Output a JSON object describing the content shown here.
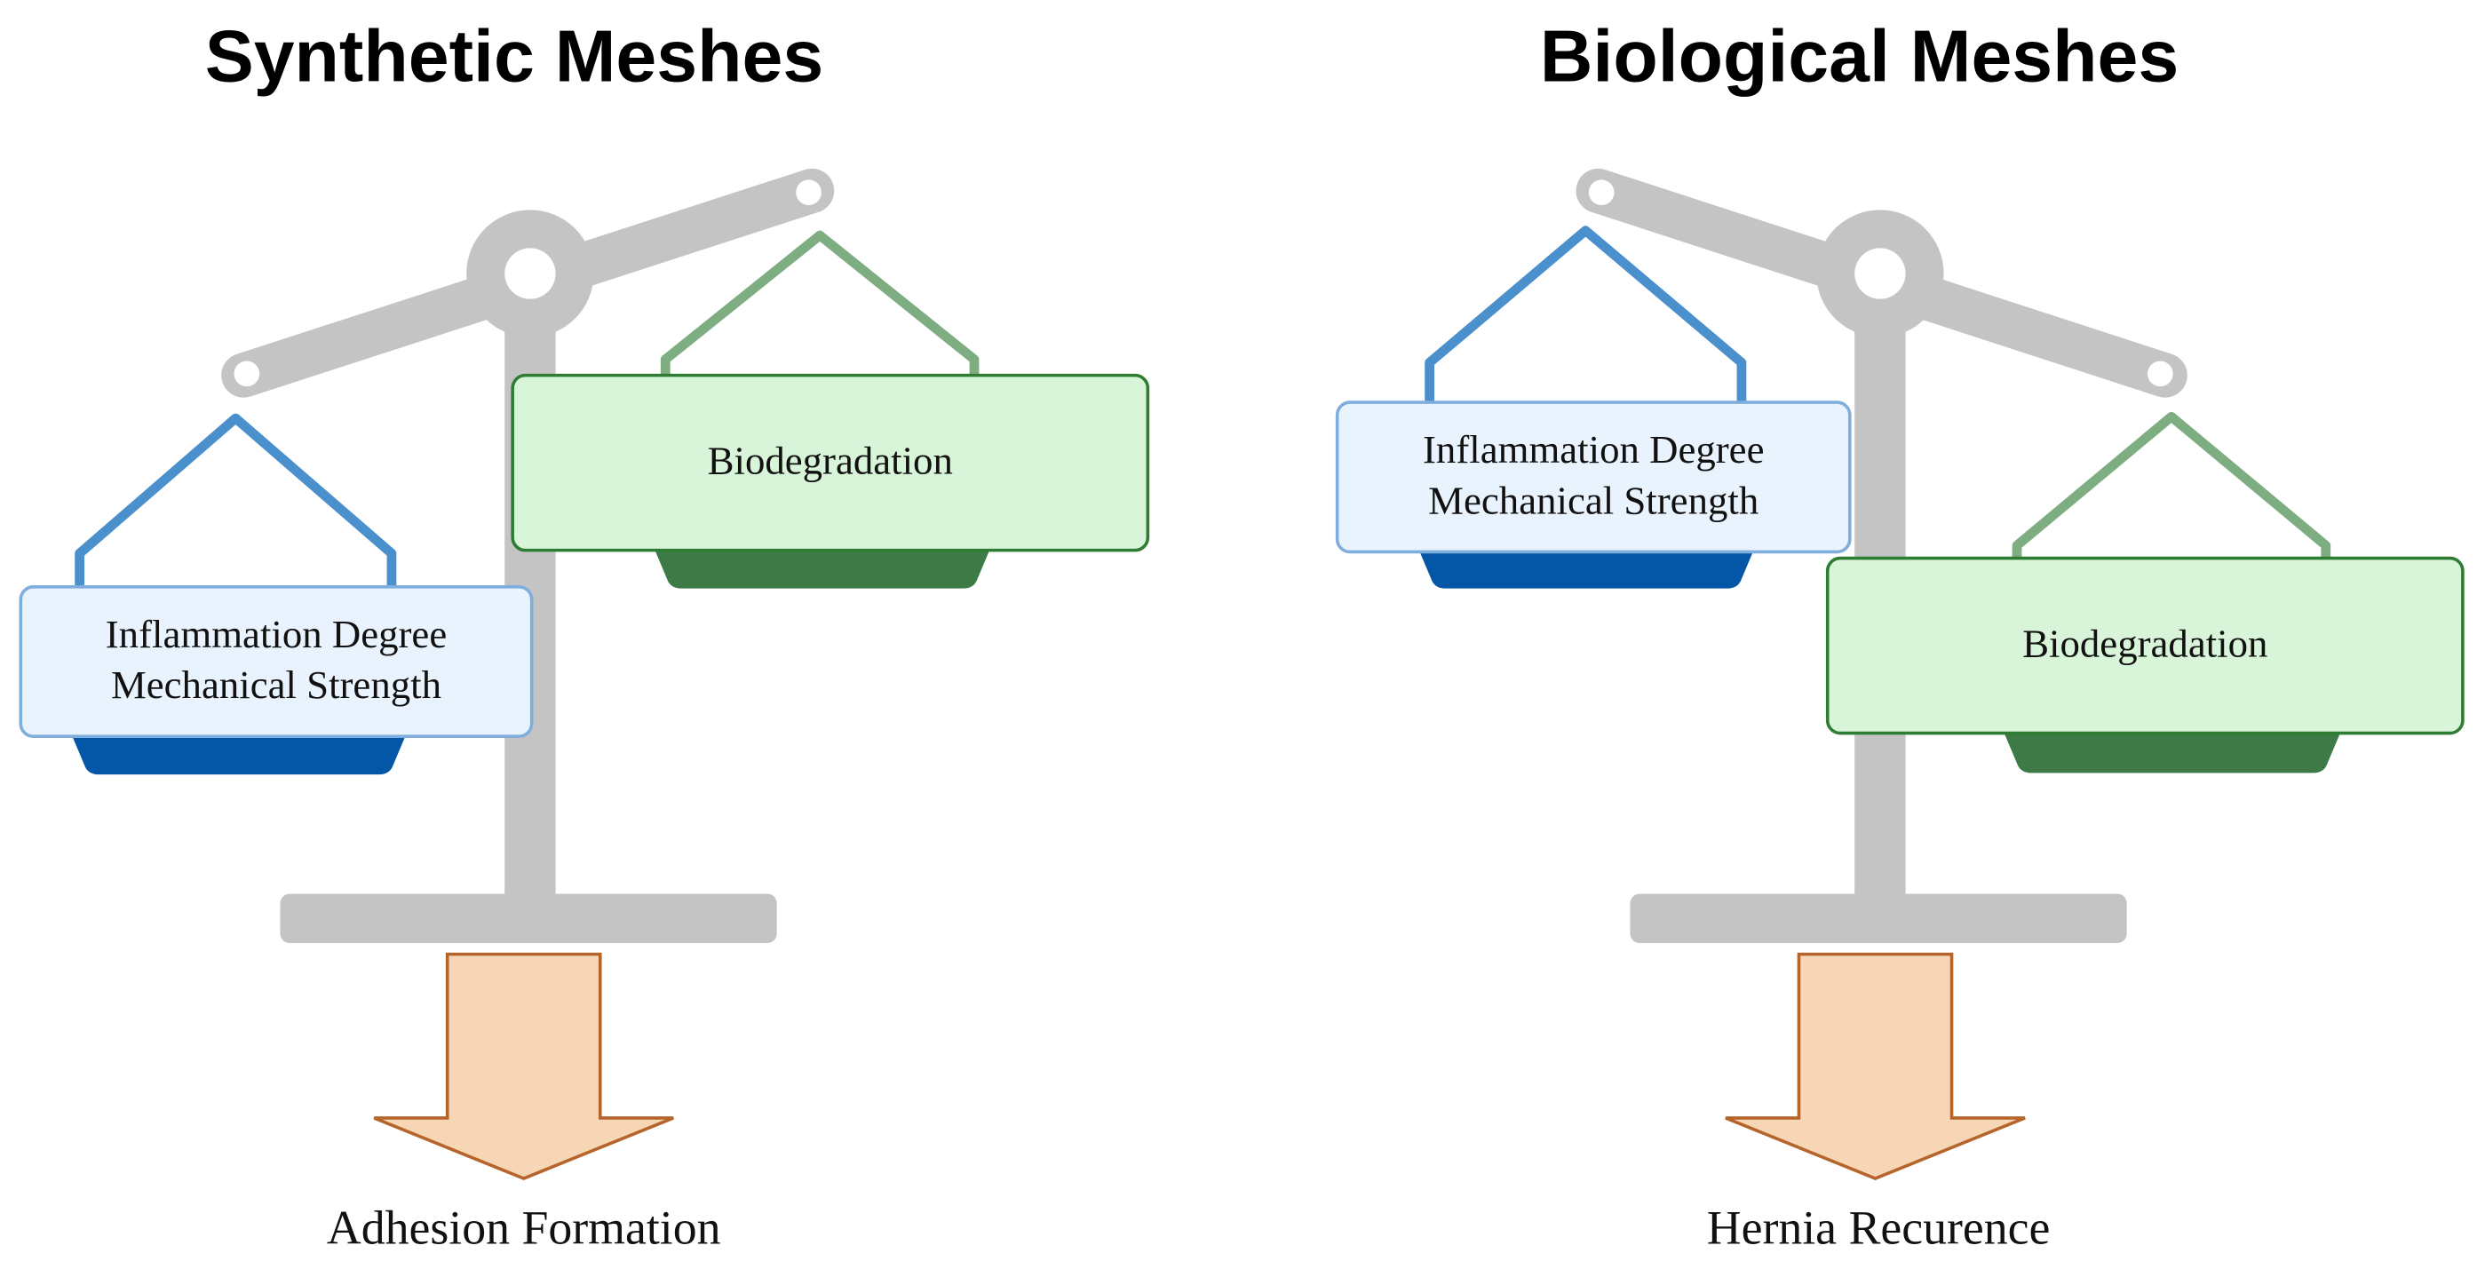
{
  "panels": {
    "left": {
      "title": "Synthetic Meshes",
      "low_pan_label_lines": [
        "Inflammation Degree",
        "Mechanical Strength"
      ],
      "high_pan_label": "Biodegradation",
      "outcome": "Adhesion Formation"
    },
    "right": {
      "title": "Biological Meshes",
      "high_pan_label_lines": [
        "Inflammation Degree",
        "Mechanical Strength"
      ],
      "low_pan_label": "Biodegradation",
      "outcome": "Hernia Recurence"
    }
  },
  "colors": {
    "scale_gray": "#c4c4c4",
    "blue_hanger": "#4a90cc",
    "blue_pan": "#0457a7",
    "blue_box_fill": "#e9f3fd",
    "green_hanger": "#7fad82",
    "green_pan": "#3d7a45",
    "green_box_fill": "#d9f5d9",
    "arrow_fill": "#f7d6b5",
    "arrow_stroke": "#b5652c"
  }
}
